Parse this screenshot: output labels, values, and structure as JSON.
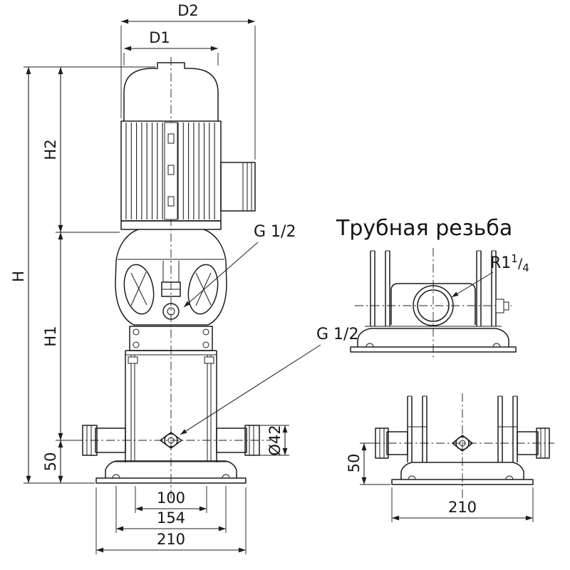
{
  "drawing": {
    "background_color": "#ffffff",
    "line_color": "#1c1c1c",
    "front_view": {
      "dims": {
        "d2": "D2",
        "d1": "D1",
        "h": "H",
        "h2": "H2",
        "h1": "H1",
        "port_height": "50",
        "inner_span": "100",
        "bolt_span": "154",
        "base_length": "210",
        "port_diameter": "Ø42"
      },
      "thread_top": "G 1/2",
      "thread_bottom": "G 1/2"
    },
    "side_view": {
      "title": "Трубная резьба",
      "thread_prefix": "R1",
      "thread_sup": "1",
      "thread_slash": "/",
      "thread_sub": "4",
      "dims": {
        "port_height": "50",
        "base_length": "210"
      }
    }
  }
}
